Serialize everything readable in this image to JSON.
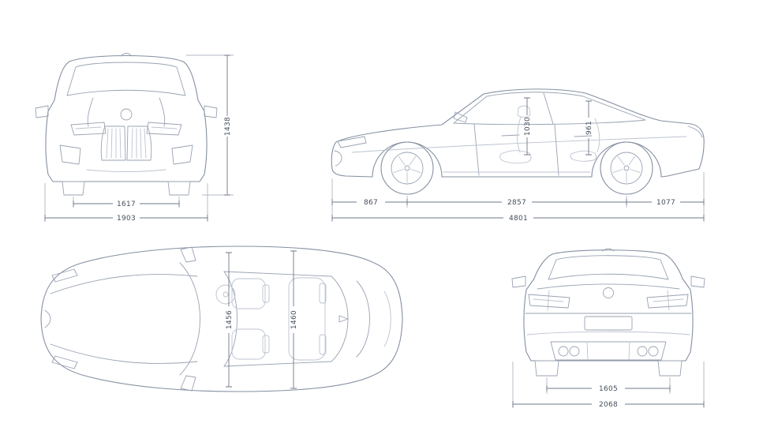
{
  "diagram": {
    "subject": "car-dimensions-blueprint",
    "unit": "mm",
    "colors": {
      "line": "#8590a2",
      "detail": "#99a2b2",
      "light": "#bcc3cf",
      "dimension": "#6f7988",
      "text": "#454e5c",
      "background": "#ffffff"
    },
    "views": {
      "front": {
        "label": "front-view",
        "dims": {
          "height": "1438",
          "track_width": "1617",
          "overall_width": "1903"
        }
      },
      "side": {
        "label": "side-view",
        "dims": {
          "front_headroom": "1030",
          "rear_headroom": "961",
          "front_overhang": "867",
          "wheelbase": "2857",
          "rear_overhang": "1077",
          "overall_length": "4801"
        }
      },
      "top": {
        "label": "top-view",
        "dims": {
          "front_interior_width": "1456",
          "rear_interior_width": "1460"
        }
      },
      "rear": {
        "label": "rear-view",
        "dims": {
          "track_width": "1605",
          "overall_width": "2068"
        }
      }
    }
  }
}
